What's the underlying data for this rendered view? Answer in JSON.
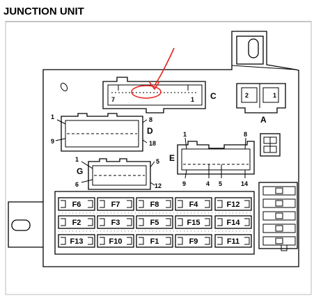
{
  "title": "JUNCTION UNIT",
  "connectors": {
    "C": {
      "name": "C",
      "pin_left": "7",
      "pin_right": "1"
    },
    "A": {
      "name": "A",
      "pin_left": "2",
      "pin_right": "1"
    },
    "D": {
      "name": "D",
      "pin_top_left": "1",
      "pin_top_right": "8",
      "pin_bottom_left": "9",
      "pin_bottom_right": "18"
    },
    "E": {
      "name": "E",
      "pin_top_left": "1",
      "pin_top_right": "8",
      "pin_bottom": [
        "9",
        "4",
        "5",
        "14"
      ]
    },
    "G": {
      "name": "G",
      "pin_top_left": "1",
      "pin_top_right": "5",
      "pin_bottom_left": "6",
      "pin_bottom_right": "12"
    }
  },
  "fuses": [
    [
      "F6",
      "F7",
      "F8",
      "F4",
      "F12"
    ],
    [
      "F2",
      "F3",
      "F5",
      "F15",
      "F14"
    ],
    [
      "F13",
      "F10",
      "F1",
      "F9",
      "F11"
    ]
  ],
  "annotation": {
    "color": "#e8201c"
  }
}
